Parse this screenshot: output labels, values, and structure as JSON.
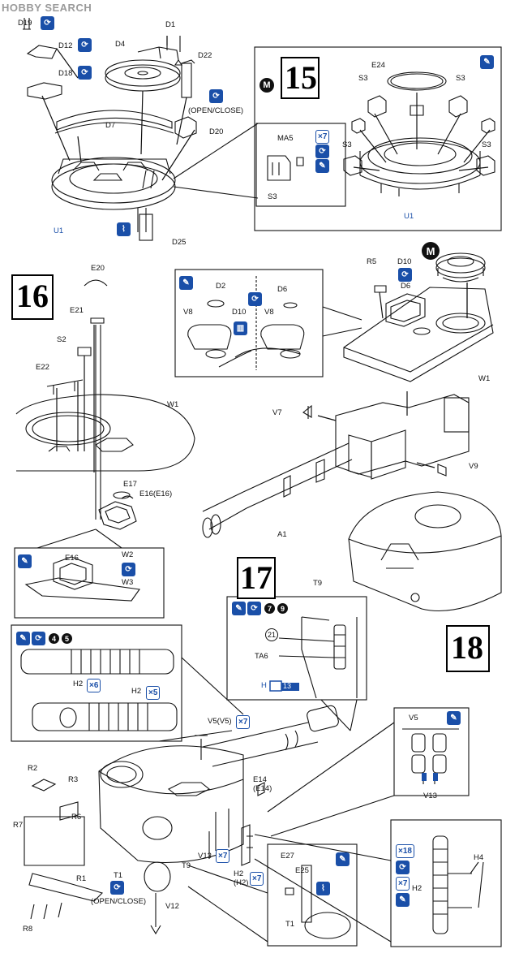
{
  "watermark": "HOBBY SEARCH",
  "steps": {
    "s15": "15",
    "s16": "16",
    "s17": "17",
    "s18": "18"
  },
  "icons": {
    "paint": "paintbrush-icon",
    "repeat": "repeat-icon",
    "cement": "cement-tube-icon",
    "drill": "drill-icon",
    "sticker": "sticker-icon",
    "modify": "modify-M-icon",
    "colors": {
      "accent": "#1a4fa8",
      "ink": "#111111"
    }
  },
  "marks": {
    "m": "M",
    "x7": "×7",
    "x5": "×5",
    "x6": "×6",
    "x18": "×18",
    "n4": "4",
    "n5": "5",
    "n7": "7",
    "n9": "9",
    "c21": "21",
    "h13": "13"
  },
  "labels": {
    "d19": "D19",
    "d12": "D12",
    "d18": "D18",
    "d1": "D1",
    "d4": "D4",
    "d22": "D22",
    "open_close": "(OPEN/CLOSE)",
    "d7": "D7",
    "d20": "D20",
    "u1": "U1",
    "d25": "D25",
    "e24": "E24",
    "ma5": "MA5",
    "s3": "S3",
    "u1b": "U1",
    "e20": "E20",
    "e21": "E21",
    "s2": "S2",
    "e22": "E22",
    "w1": "W1",
    "e17": "E17",
    "e16e16": "E16(E16)",
    "e16": "E16",
    "w2": "W2",
    "w3": "W3",
    "d2": "D2",
    "v8": "V8",
    "d10": "D10",
    "d6": "D6",
    "r5": "R5",
    "v7": "V7",
    "v9": "V9",
    "a1": "A1",
    "t9": "T9",
    "ta6": "TA6",
    "h": "H",
    "h2": "H2",
    "h2h2": "H2\n(H2)",
    "v5v5": "V5(V5)",
    "e14": "E14\n(E14)",
    "v5": "V5",
    "v13": "V13",
    "r2": "R2",
    "r3": "R3",
    "r6": "R6",
    "r7": "R7",
    "r1": "R1",
    "r8": "R8",
    "t1": "T1",
    "v12": "V12",
    "e27": "E27",
    "e25": "E25",
    "h4": "H4"
  }
}
